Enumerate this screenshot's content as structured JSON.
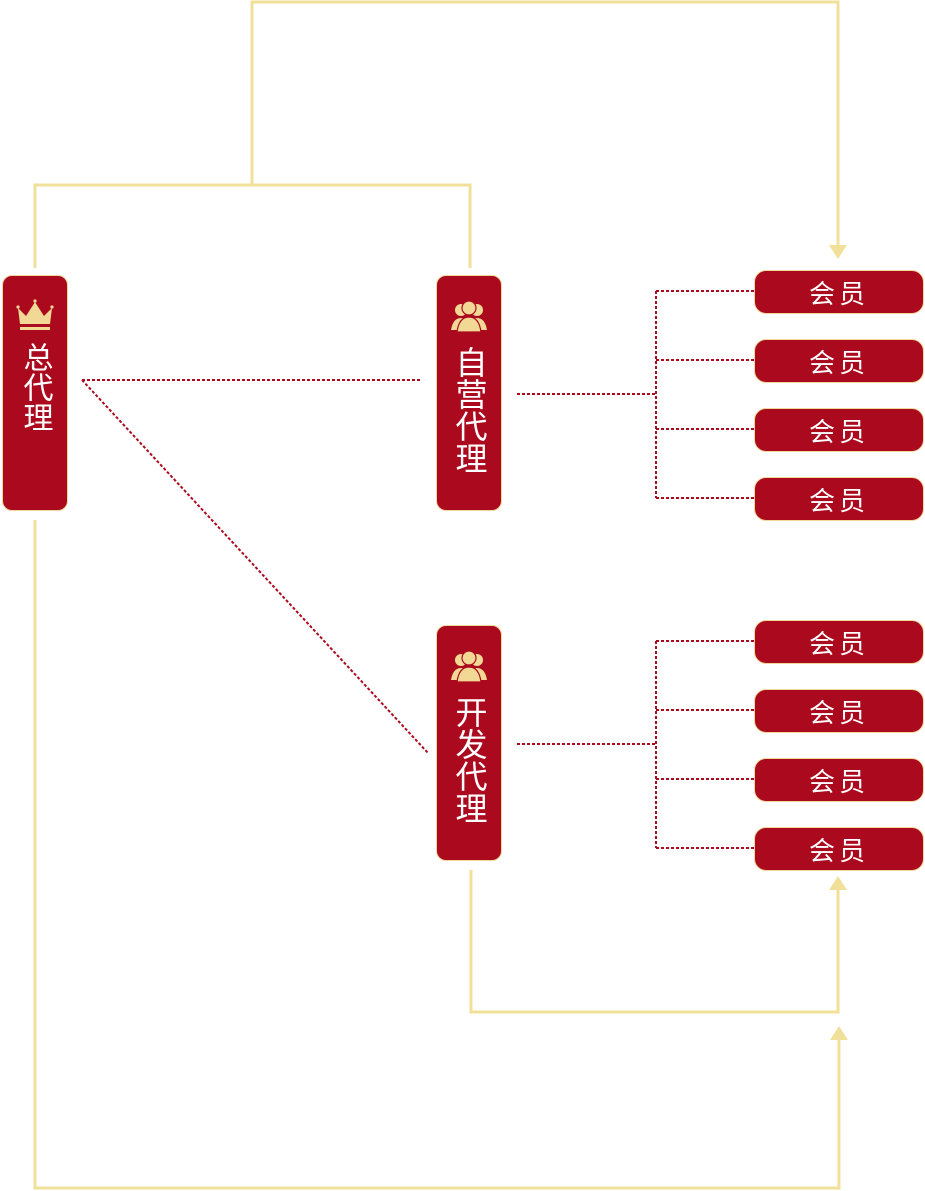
{
  "diagram": {
    "title": "",
    "colors": {
      "node_fill": "#ab0a1e",
      "node_text": "#ffffff",
      "icon_fill": "#f2d895",
      "flow_line": "#f0e09a",
      "dotted_link": "#ab0a1e"
    },
    "nodes": {
      "general_agent": {
        "label": "总代理",
        "icon": "crown-icon"
      },
      "self_agent": {
        "label": "自营代理",
        "icon": "users-icon"
      },
      "dev_agent": {
        "label": "开发代理",
        "icon": "users-icon"
      }
    },
    "self_agent_members": [
      {
        "label": "会员"
      },
      {
        "label": "会员"
      },
      {
        "label": "会员"
      },
      {
        "label": "会员"
      }
    ],
    "dev_agent_members": [
      {
        "label": "会员"
      },
      {
        "label": "会员"
      },
      {
        "label": "会员"
      },
      {
        "label": "会员"
      }
    ],
    "edges": [
      {
        "from": "general_agent",
        "to": "self_agent",
        "style": "dotted"
      },
      {
        "from": "general_agent",
        "to": "dev_agent",
        "style": "dotted"
      },
      {
        "from": "self_agent",
        "to": "self_agent_members",
        "style": "dotted"
      },
      {
        "from": "dev_agent",
        "to": "dev_agent_members",
        "style": "dotted"
      },
      {
        "from": "general_agent+self_agent",
        "to": "self_agent_members.0",
        "style": "arrow"
      },
      {
        "from": "dev_agent",
        "to": "dev_agent_members.3",
        "style": "arrow"
      },
      {
        "from": "general_agent",
        "to": "dev_agent_members",
        "style": "arrow"
      }
    ]
  }
}
